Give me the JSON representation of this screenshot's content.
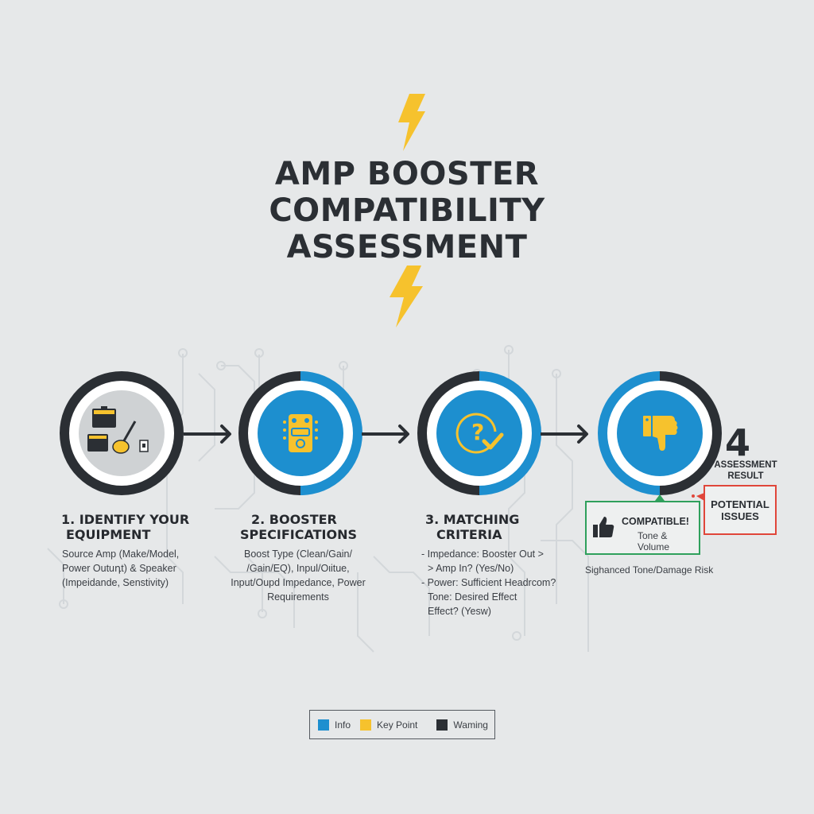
{
  "header": {
    "title_lines": [
      "AMP BOOSTER",
      "COMPATIBILITY",
      "ASSESSMENT"
    ],
    "decoration": "lightning-bolt-icon"
  },
  "colors": {
    "background": "#e6e8e9",
    "info": "#1d8fcf",
    "key_point": "#f6c22d",
    "warning": "#2b2f34",
    "compatible": "#2fa05c",
    "issues": "#e0463a"
  },
  "steps": [
    {
      "number": "1",
      "title_lines": [
        "1. IDENTIFY YOUR",
        "EQUIPMENT"
      ],
      "icon": "amp-and-guitar-icon",
      "description_lines": [
        "Source Amp (Make/Model,",
        "Power Outuդt) & Speaker",
        "(Impeidande, Senstivity)"
      ]
    },
    {
      "number": "2",
      "title_lines": [
        "2. BOOSTER",
        "SPECIFICATIONS"
      ],
      "icon": "pedal-icon",
      "description_lines": [
        "Boost Type (Clean/Gain/",
        "/Gain/EQ), Inpul/Oιitue,",
        "Input/Oupd Impedance, Power",
        "Requirements"
      ]
    },
    {
      "number": "3",
      "title_lines": [
        "3. MATCHING",
        "CRITERIA"
      ],
      "icon": "question-check-icon",
      "description_lines": [
        "- Impedance: Booster Out >",
        "> Amp In? (Yes/No)",
        "- Power: Sufficient Headrcom?",
        "Tone: Desired Effect",
        "Effect? (Yesw)"
      ]
    },
    {
      "number": "4",
      "title_lines": [
        "ASSESSMENT",
        "RESULT"
      ],
      "icon": "thumbs-down-icon"
    }
  ],
  "result": {
    "big_number": "4",
    "compatible": {
      "title": "COMPATIBLE!",
      "subtitle": "Tone & Volume",
      "icon": "thumbs-up-icon"
    },
    "issues": {
      "lines": [
        "POTENTIAL",
        "ISSUES"
      ]
    },
    "note": "Sighanced Tone/Damage Risk"
  },
  "legend": {
    "items": [
      {
        "label": "Info",
        "color": "#1d8fcf"
      },
      {
        "label": "Key Point",
        "color": "#f6c22d"
      },
      {
        "label": "Waming",
        "color": "#2b2f34"
      }
    ]
  }
}
